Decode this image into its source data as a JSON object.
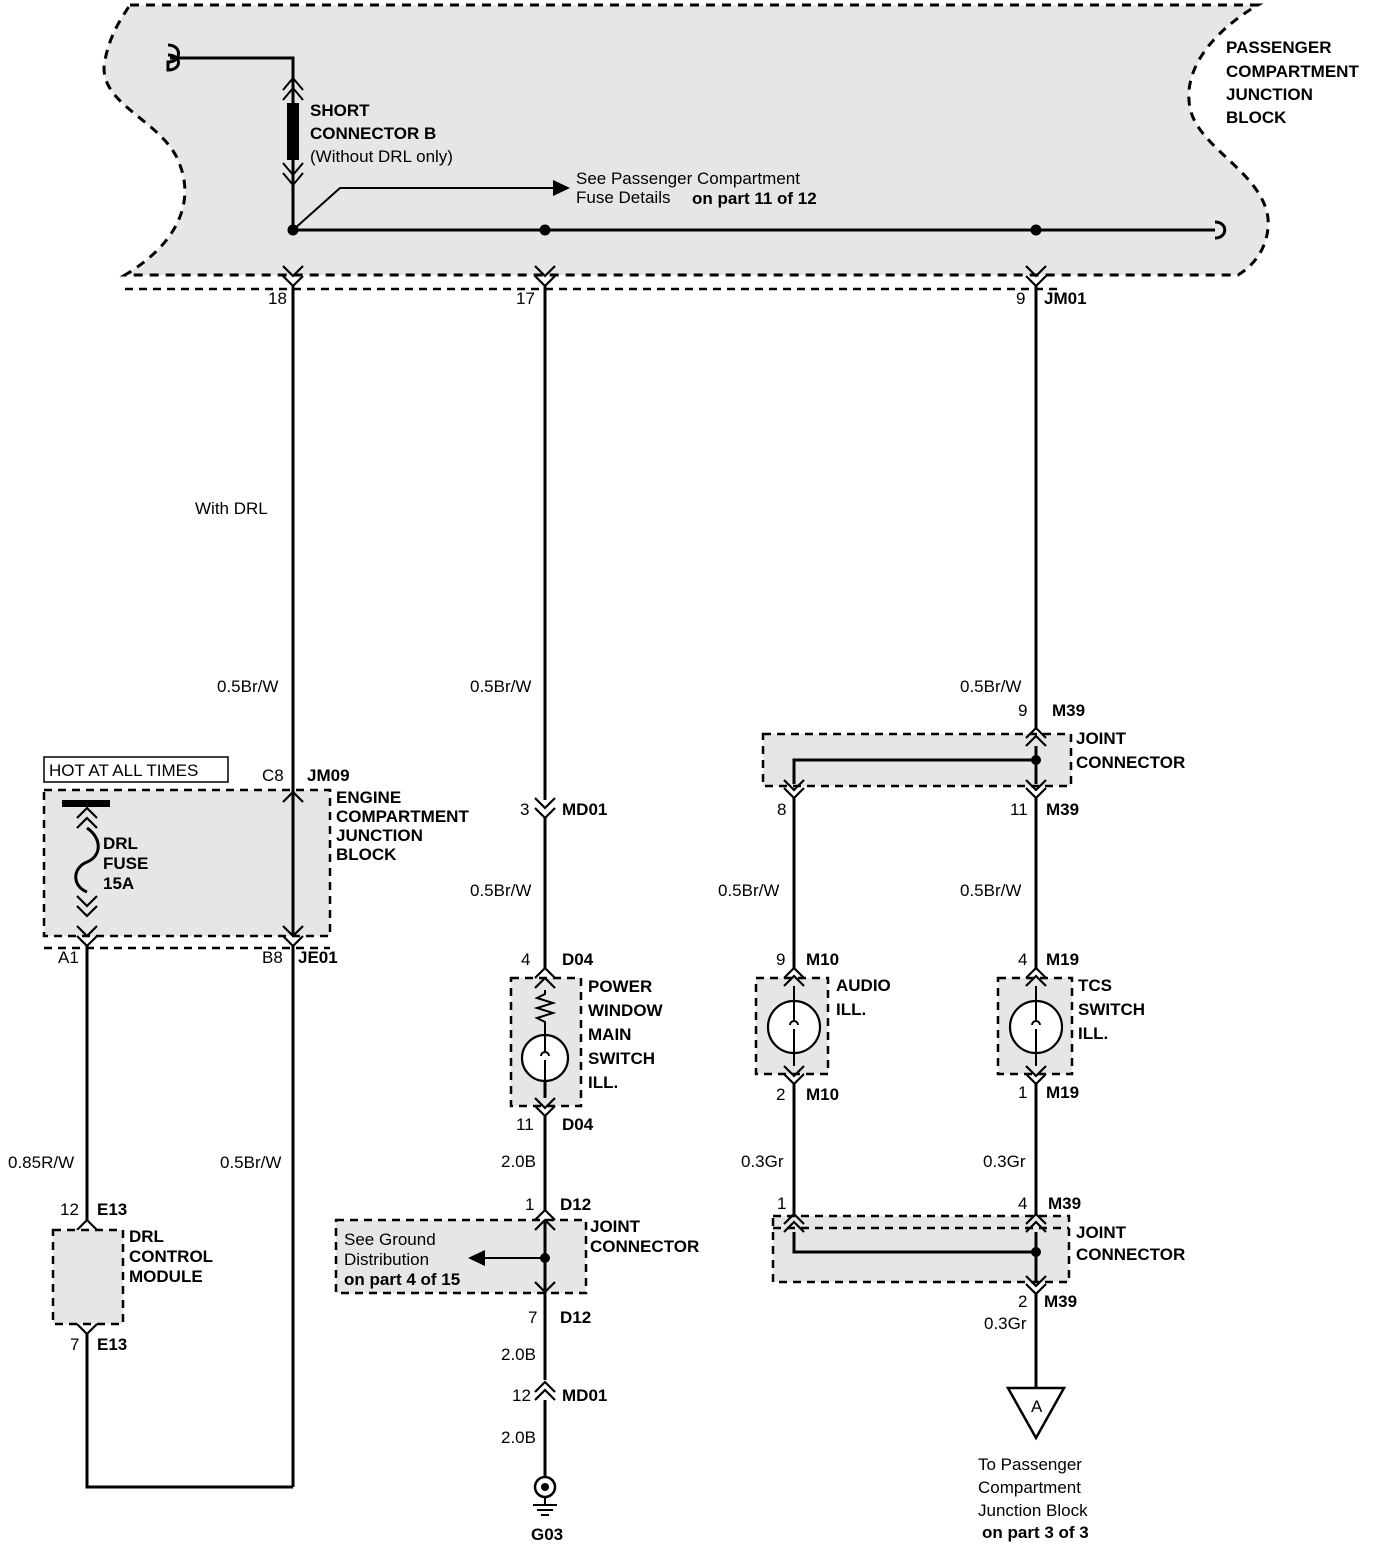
{
  "pcjb": {
    "label_lines": [
      "PASSENGER",
      "COMPARTMENT",
      "JUNCTION",
      "BLOCK"
    ],
    "short_connector_lines": [
      "SHORT",
      "CONNECTOR B"
    ],
    "short_connector_note": "(Without DRL only)",
    "fuse_ref_line1": "See Passenger Compartment",
    "fuse_ref_line2a": "Fuse Details",
    "fuse_ref_line2b": "on part 11 of 12",
    "pins": [
      "18",
      "17",
      "9"
    ],
    "connector_id": "JM01"
  },
  "with_drl": "With DRL",
  "hot_at_all_times": "HOT AT ALL TIMES",
  "ecjb": {
    "label_lines": [
      "ENGINE",
      "COMPARTMENT",
      "JUNCTION",
      "BLOCK"
    ],
    "fuse_lines": [
      "DRL",
      "FUSE",
      "15A"
    ],
    "pin_c8": "C8",
    "conn_jm09": "JM09",
    "pin_a1": "A1",
    "pin_b8": "B8",
    "conn_je01": "JE01"
  },
  "drl_module": {
    "label_lines": [
      "DRL",
      "CONTROL",
      "MODULE"
    ],
    "pin_in": "12",
    "conn_in": "E13",
    "pin_out": "7",
    "conn_out": "E13"
  },
  "wires": {
    "w18_upper": "0.5Br/W",
    "w18_lower": "0.5Br/W",
    "wa1": "0.85R/W",
    "w17_upper": "0.5Br/W",
    "w17_mid": "0.5Br/W",
    "w_d04_d12": "2.0B",
    "w_d12_md01": "2.0B",
    "w_md01_g03": "2.0B",
    "w9_upper": "0.5Br/W",
    "w_m10": "0.5Br/W",
    "w_m19": "0.5Br/W",
    "w_m10_gr": "0.3Gr",
    "w_m19_gr": "0.3Gr",
    "w_out_gr": "0.3Gr"
  },
  "md01": {
    "pin_top": "3",
    "pin_bottom": "12",
    "conn": "MD01"
  },
  "power_window": {
    "label_lines": [
      "POWER",
      "WINDOW",
      "MAIN",
      "SWITCH",
      "ILL."
    ],
    "pin_top": "4",
    "pin_bottom": "11",
    "conn": "D04"
  },
  "joint_d12": {
    "label_lines": [
      "JOINT",
      "CONNECTOR"
    ],
    "pin_top": "1",
    "pin_bottom": "7",
    "conn": "D12",
    "ground_ref_lines": [
      "See Ground",
      "Distribution",
      "on  part 4 of 15"
    ]
  },
  "ground": {
    "label": "G03"
  },
  "joint_m39_top": {
    "label_lines": [
      "JOINT",
      "CONNECTOR"
    ],
    "pin_in": "9",
    "pin_left": "8",
    "pin_right": "11",
    "conn": "M39"
  },
  "audio": {
    "label_lines": [
      "AUDIO",
      "ILL."
    ],
    "pin_top": "9",
    "pin_bottom": "2",
    "conn": "M10"
  },
  "tcs": {
    "label_lines": [
      "TCS",
      "SWITCH",
      "ILL."
    ],
    "pin_top": "4",
    "pin_bottom": "1",
    "conn": "M19"
  },
  "joint_m39_bottom": {
    "label_lines": [
      "JOINT",
      "CONNECTOR"
    ],
    "pin_left": "1",
    "pin_right": "4",
    "pin_out": "2",
    "conn": "M39"
  },
  "offpage": {
    "symbol": "A",
    "label_lines": [
      "To Passenger",
      "Compartment",
      "Junction Block"
    ],
    "ref": "on part 3 of 3"
  }
}
